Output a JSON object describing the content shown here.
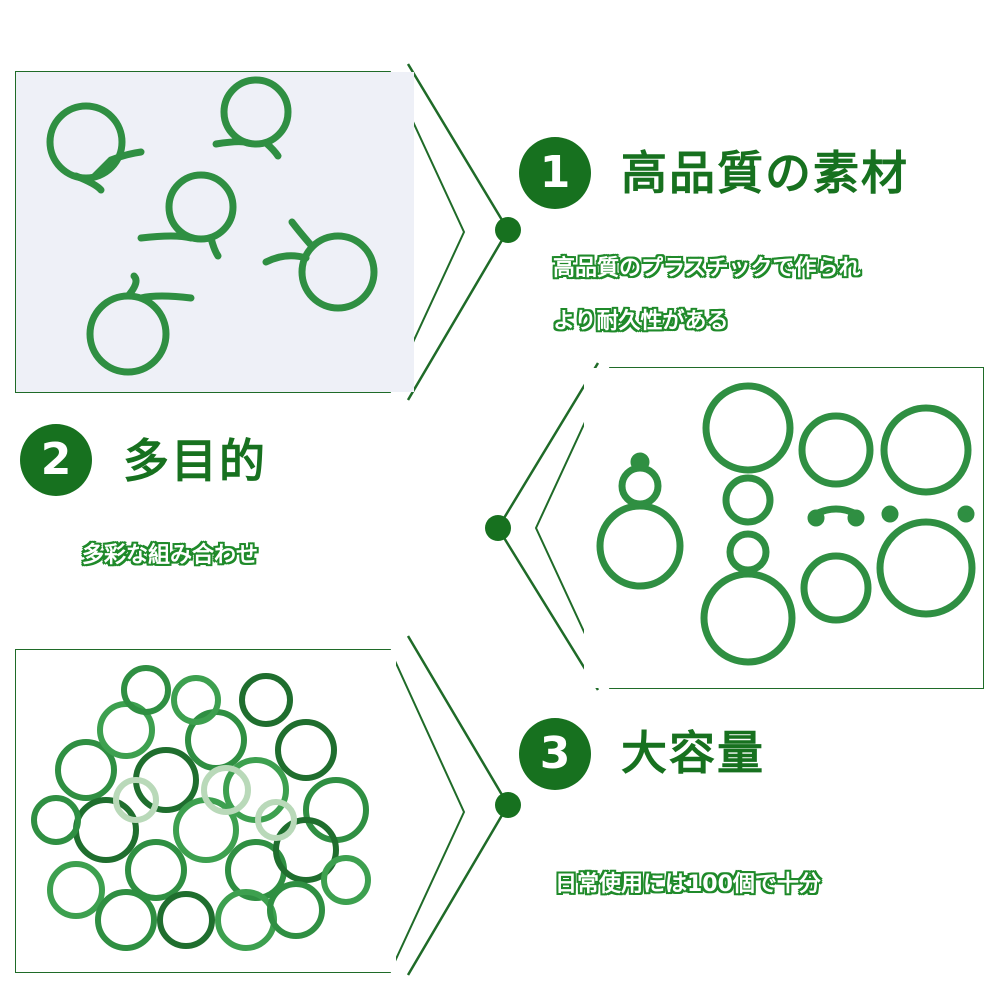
{
  "colors": {
    "accent": "#17711f",
    "plastic": "#2f8f42",
    "plastic_dark": "#1f6e2e",
    "outline": "#1f6b28",
    "photo_bg": "#eef0f7"
  },
  "features": [
    {
      "number": "1",
      "title": "高品質の素材",
      "lines": [
        "高品質のプラスチックで作られ",
        "より耐久性がある"
      ]
    },
    {
      "number": "2",
      "title": "多目的",
      "lines": [
        "多彩な組み合わせ"
      ]
    },
    {
      "number": "3",
      "title": "大容量",
      "lines": [
        "日常使用には100個で十分"
      ]
    }
  ],
  "images": [
    {
      "subject": "plant-clips-five"
    },
    {
      "subject": "clip-shapes-four"
    },
    {
      "subject": "clip-pile"
    }
  ]
}
